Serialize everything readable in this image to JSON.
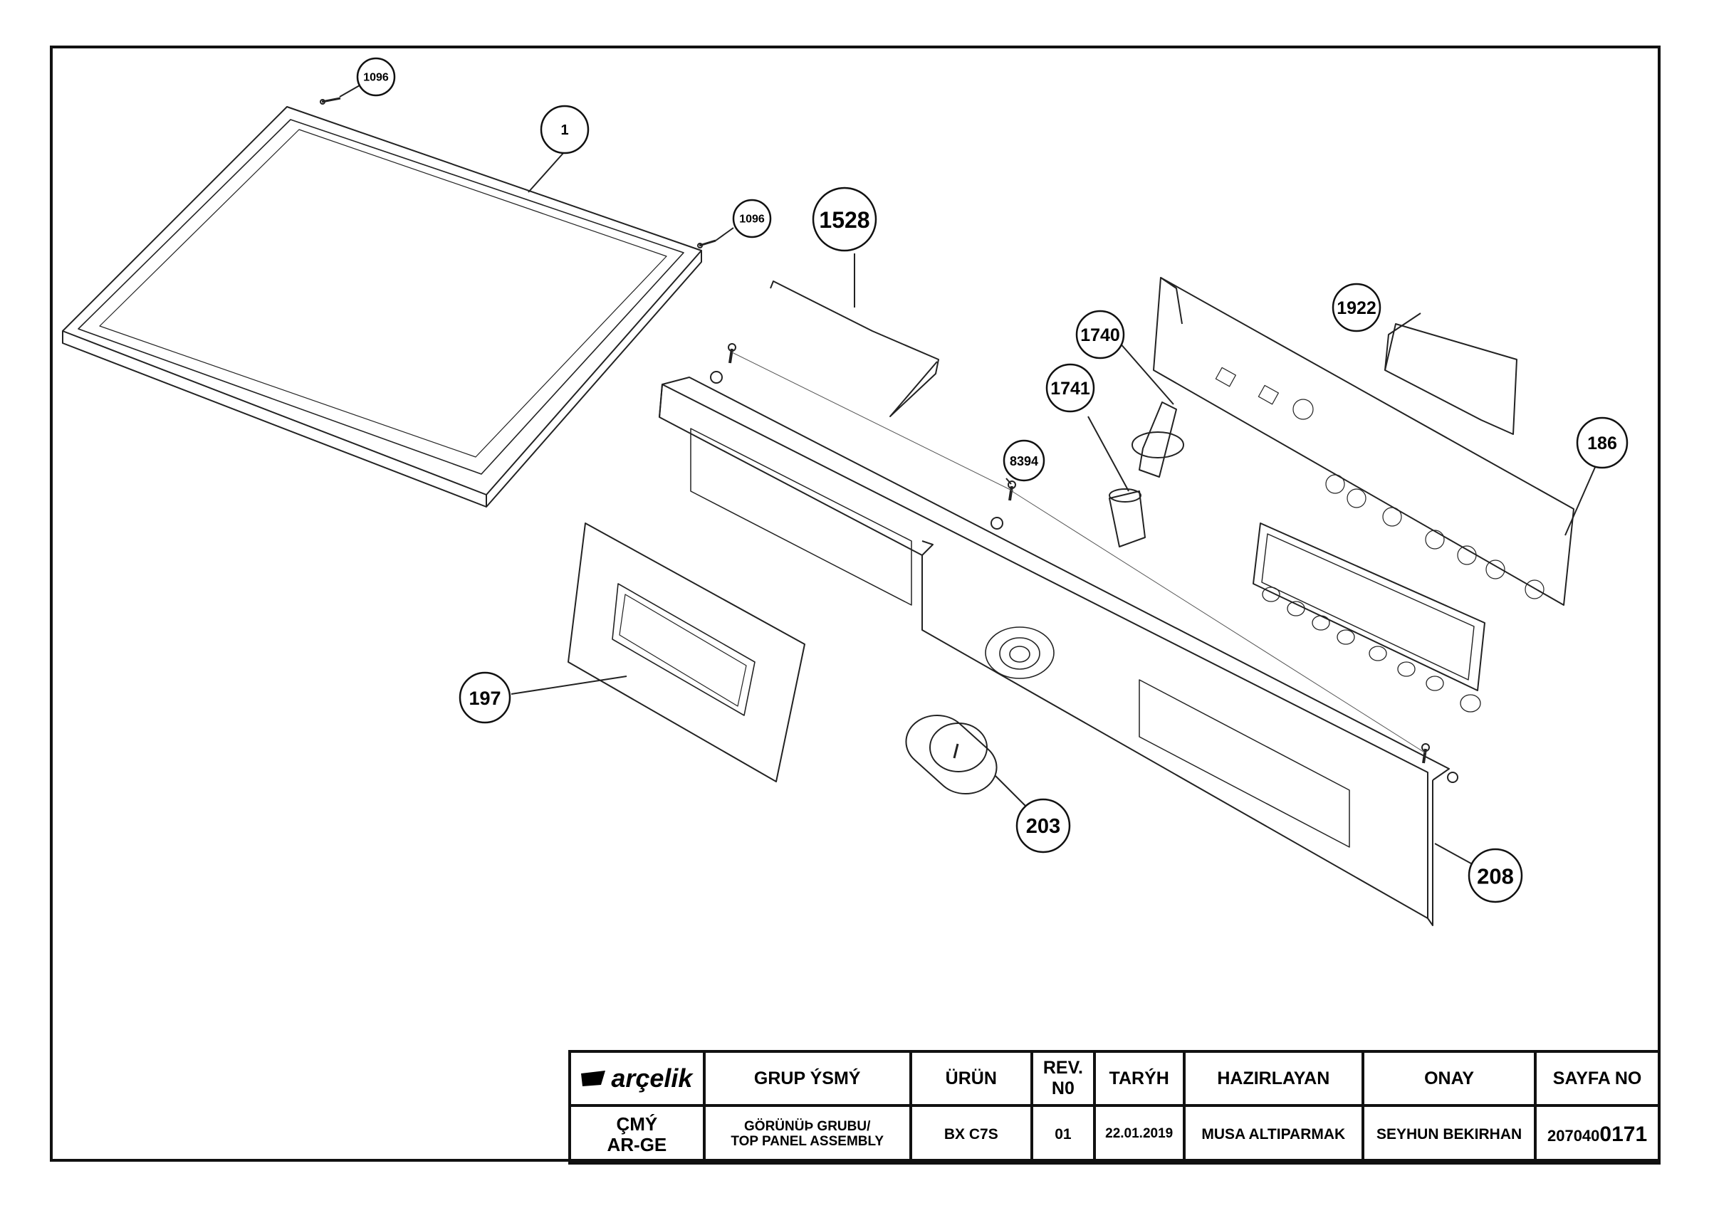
{
  "callouts": {
    "c1096a": "1096",
    "c1": "1",
    "c1096b": "1096",
    "c1528": "1528",
    "c1922": "1922",
    "c1740": "1740",
    "c1741": "1741",
    "c186": "186",
    "c8394": "8394",
    "c197": "197",
    "c203": "203",
    "c208": "208"
  },
  "title_block": {
    "logo": "arçelik",
    "headers": {
      "group_name": "GRUP ÝSMÝ",
      "product": "ÜRÜN",
      "rev": "REV. N0",
      "date": "TARÝH",
      "prepared": "HAZIRLAYAN",
      "approval": "ONAY",
      "page_no": "SAYFA NO"
    },
    "values": {
      "dept_line1": "ÇMÝ",
      "dept_line2": "AR-GE",
      "group_line1": "GÖRÜNÜÞ GRUBU/",
      "group_line2": "TOP PANEL ASSEMBLY",
      "product": "BX C7S",
      "rev": "01",
      "date": "22.01.2019",
      "prepared": "MUSA ALTIPARMAK",
      "approval": "SEYHUN BEKIRHAN",
      "page_no_prefix": "207040",
      "page_no_suffix": "0171"
    }
  }
}
